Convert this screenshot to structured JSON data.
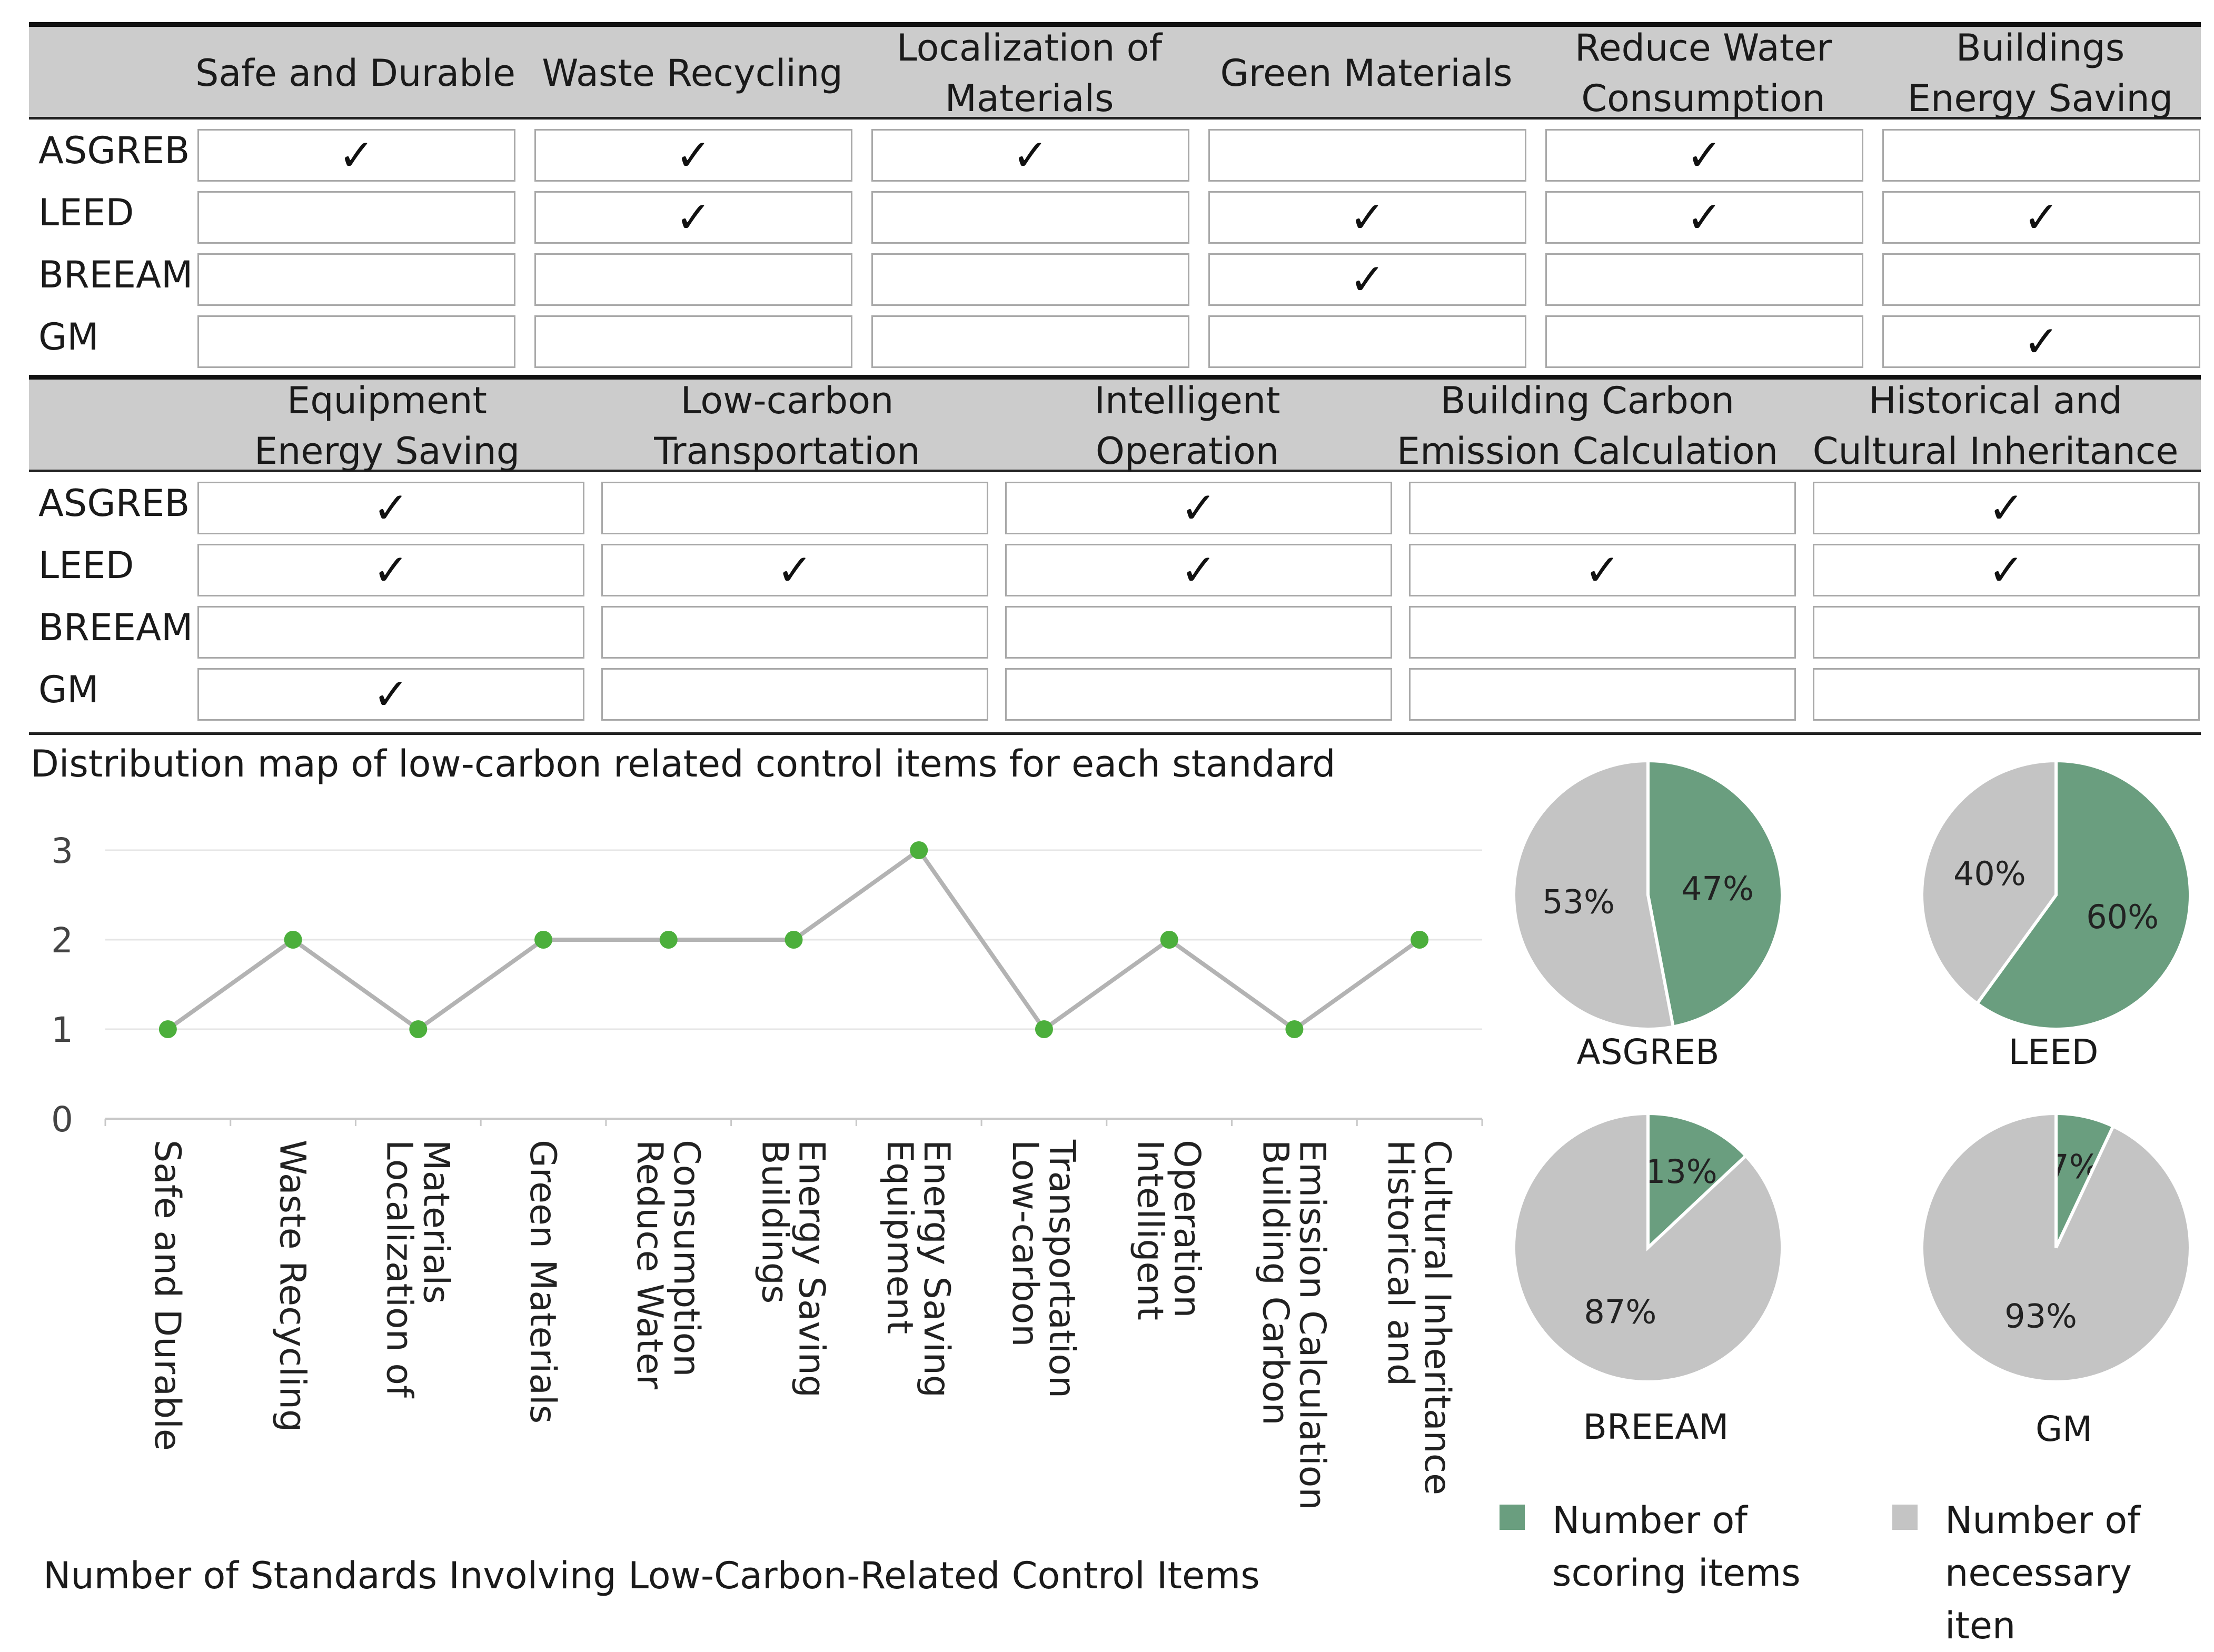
{
  "table1": {
    "columns": [
      "Safe and Durable",
      "Waste  Recycling",
      "Localization of\nMaterials",
      "Green  Materials",
      "Reduce Water\nConsumption",
      "Buildings\nEnergy Saving"
    ],
    "rows": [
      {
        "label": "ASGREB",
        "cells": [
          "✓",
          "✓",
          "✓",
          "",
          "✓",
          ""
        ]
      },
      {
        "label": "LEED",
        "cells": [
          "",
          "✓",
          "",
          "✓",
          "✓",
          "✓"
        ]
      },
      {
        "label": "BREEAM",
        "cells": [
          "",
          "",
          "",
          "✓",
          "",
          ""
        ]
      },
      {
        "label": "GM",
        "cells": [
          "",
          "",
          "",
          "",
          "",
          "✓"
        ]
      }
    ]
  },
  "table2": {
    "columns": [
      "Equipment\nEnergy Saving",
      "Low-carbon\nTransportation",
      "Intelligent\nOperation",
      "Building Carbon\nEmission Calculation",
      "Historical and\nCultural Inheritance"
    ],
    "rows": [
      {
        "label": "ASGREB",
        "cells": [
          "✓",
          "",
          "✓",
          "",
          "✓"
        ]
      },
      {
        "label": "LEED",
        "cells": [
          "✓",
          "✓",
          "✓",
          "✓",
          "✓"
        ]
      },
      {
        "label": "BREEAM",
        "cells": [
          "",
          "",
          "",
          "",
          ""
        ]
      },
      {
        "label": "GM",
        "cells": [
          "✓",
          "",
          "",
          "",
          ""
        ]
      }
    ]
  },
  "section_title": "Distribution map of low-carbon related control items for each standard",
  "chart_data": [
    {
      "type": "line",
      "title": "Number of Standards Involving Low-Carbon-Related Control Items",
      "categories": [
        "Safe and Durable",
        "Waste  Recycling",
        "Localization of\nMaterials",
        "Green  Materials",
        "Reduce Water\nConsumption",
        "Buildings\nEnergy Saving",
        "Equipment\nEnergy Saving",
        "Low-carbon\nTransportation",
        "Intelligent\nOperation",
        "Building Carbon\nEmission Calculation",
        "Historical and\nCultural Inheritance"
      ],
      "values": [
        1,
        2,
        1,
        2,
        2,
        2,
        3,
        1,
        2,
        1,
        2
      ],
      "ylim": [
        0,
        3
      ],
      "yticks": [
        "0",
        "1",
        "2",
        "3"
      ],
      "grid": true,
      "colors": {
        "line": "#b3b3b3",
        "marker": "#4caf3c",
        "grid": "#e6e6e6",
        "axis": "#c8c8c8"
      }
    },
    {
      "type": "pie",
      "name": "ASGREB",
      "slices": [
        {
          "label": "Number of scoring items",
          "value": 47,
          "text": "47%"
        },
        {
          "label": "Number of necessary items",
          "value": 53,
          "text": "53%"
        }
      ]
    },
    {
      "type": "pie",
      "name": "LEED",
      "slices": [
        {
          "label": "Number of scoring items",
          "value": 60,
          "text": "60%"
        },
        {
          "label": "Number of necessary items",
          "value": 40,
          "text": "40%"
        }
      ]
    },
    {
      "type": "pie",
      "name": "BREEAM",
      "slices": [
        {
          "label": "Number of scoring items",
          "value": 13,
          "text": "13%"
        },
        {
          "label": "Number of necessary items",
          "value": 87,
          "text": "87%"
        }
      ]
    },
    {
      "type": "pie",
      "name": "GM",
      "slices": [
        {
          "label": "Number of scoring items",
          "value": 7,
          "text": "7%"
        },
        {
          "label": "Number of necessary items",
          "value": 93,
          "text": "93%"
        }
      ]
    }
  ],
  "legend": [
    {
      "label": "Number of\nscoring items",
      "color": "#6a9e7f"
    },
    {
      "label": "Number of\nnecessary iten",
      "color": "#c4c4c4"
    }
  ]
}
